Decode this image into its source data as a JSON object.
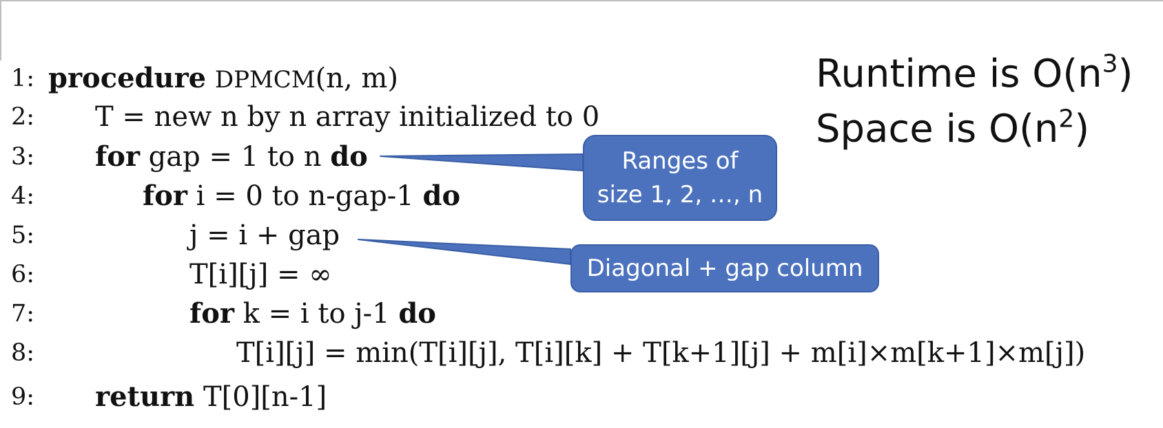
{
  "algorithm": {
    "lines": [
      {
        "num": "1:",
        "segments": [
          {
            "text": "procedure",
            "style": "kw"
          },
          {
            "text": " ",
            "style": "plain"
          },
          {
            "text": "DPMCM",
            "style": "sc"
          },
          {
            "text": "(n, m)",
            "style": "plain"
          }
        ]
      },
      {
        "num": "2:",
        "segments": [
          {
            "text": "T = new n by n array initialized to 0",
            "style": "plain"
          }
        ]
      },
      {
        "num": "3:",
        "segments": [
          {
            "text": "for",
            "style": "kw"
          },
          {
            "text": " gap = 1 to n ",
            "style": "plain"
          },
          {
            "text": "do",
            "style": "kw"
          }
        ]
      },
      {
        "num": "4:",
        "segments": [
          {
            "text": "for",
            "style": "kw"
          },
          {
            "text": " i = 0 to n-gap-1 ",
            "style": "plain"
          },
          {
            "text": "do",
            "style": "kw"
          }
        ]
      },
      {
        "num": "5:",
        "segments": [
          {
            "text": "j = i + gap",
            "style": "plain"
          }
        ]
      },
      {
        "num": "6:",
        "segments": [
          {
            "text": "T[i][j] = ∞",
            "style": "plain"
          }
        ]
      },
      {
        "num": "7:",
        "segments": [
          {
            "text": "for",
            "style": "kw"
          },
          {
            "text": " k = i to j-1 ",
            "style": "plain"
          },
          {
            "text": "do",
            "style": "kw"
          }
        ]
      },
      {
        "num": "8:",
        "segments": [
          {
            "text": "T[i][j] = min(T[i][j], T[i][k] + T[k+1][j] + m[i]×m[k+1]×m[j])",
            "style": "plain"
          }
        ]
      },
      {
        "num": "9:",
        "segments": [
          {
            "text": "return",
            "style": "kw"
          },
          {
            "text": " T[0][n-1]",
            "style": "plain"
          }
        ]
      }
    ]
  },
  "complexity": {
    "runtime_prefix": "Runtime is O(n",
    "runtime_exp": "3",
    "runtime_suffix": ")",
    "space_prefix": "Space is O(n",
    "space_exp": "2",
    "space_suffix": ")"
  },
  "callouts": {
    "ranges_line1": "Ranges of",
    "ranges_line2": "size 1, 2, …, n",
    "diagonal": "Diagonal + gap column",
    "color": "#4c72be"
  }
}
